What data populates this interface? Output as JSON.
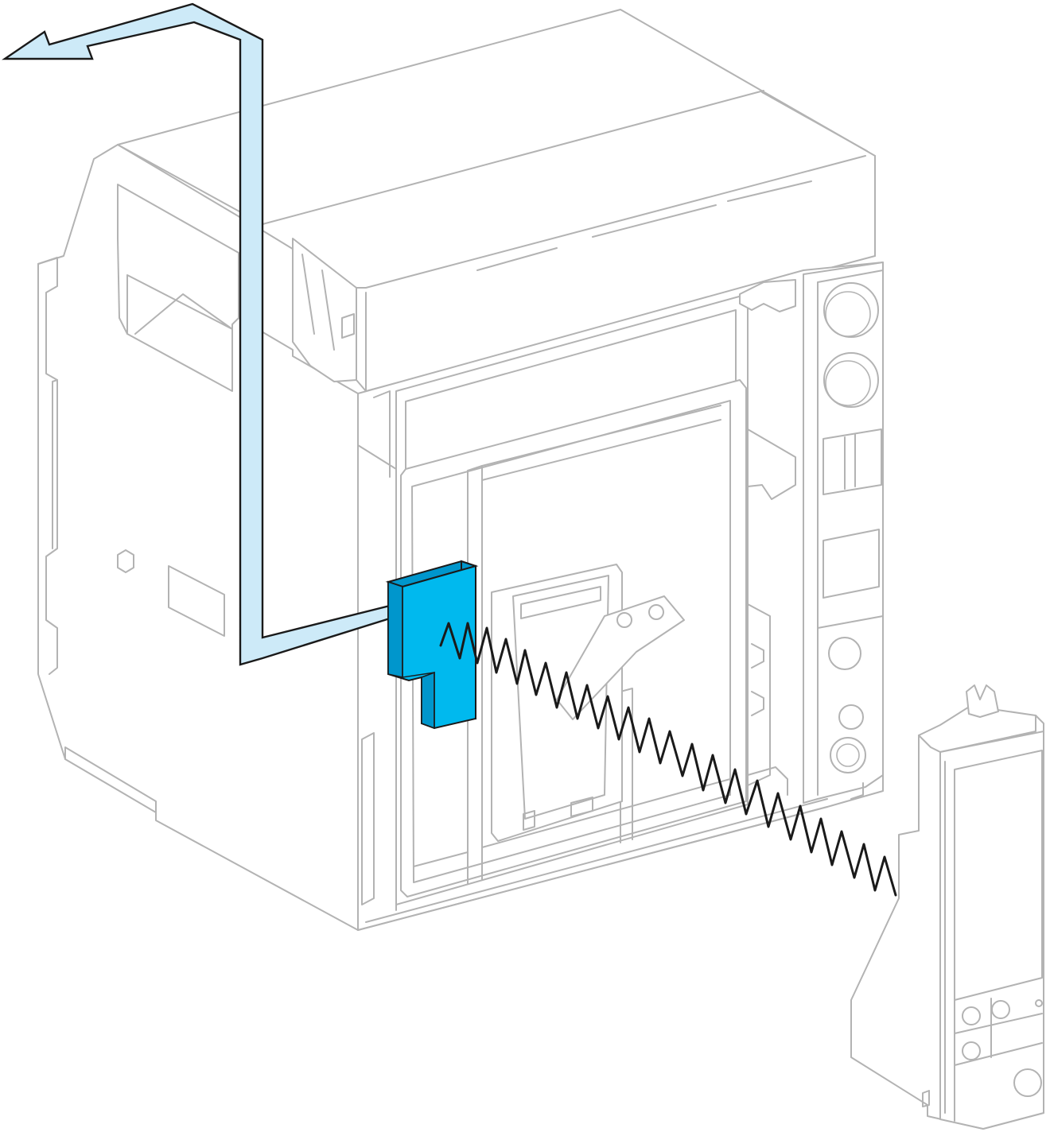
{
  "colors": {
    "outline": "#b3b3b3",
    "background": "#ffffff",
    "flow_arrow_fill": "#cdeaf8",
    "flow_arrow_stroke": "#1a1a1a",
    "module_fill": "#00b9ee",
    "module_shade": "#0096cc",
    "module_stroke": "#1a1a1a",
    "spring_wire": "#1a1a1a"
  },
  "elements": {
    "breaker": "circuit-breaker-drawing",
    "module": "highlighted-connector-module",
    "flow": "exit-arrow",
    "wire": "coiled-cord",
    "trip_unit": "detached-control-unit"
  }
}
